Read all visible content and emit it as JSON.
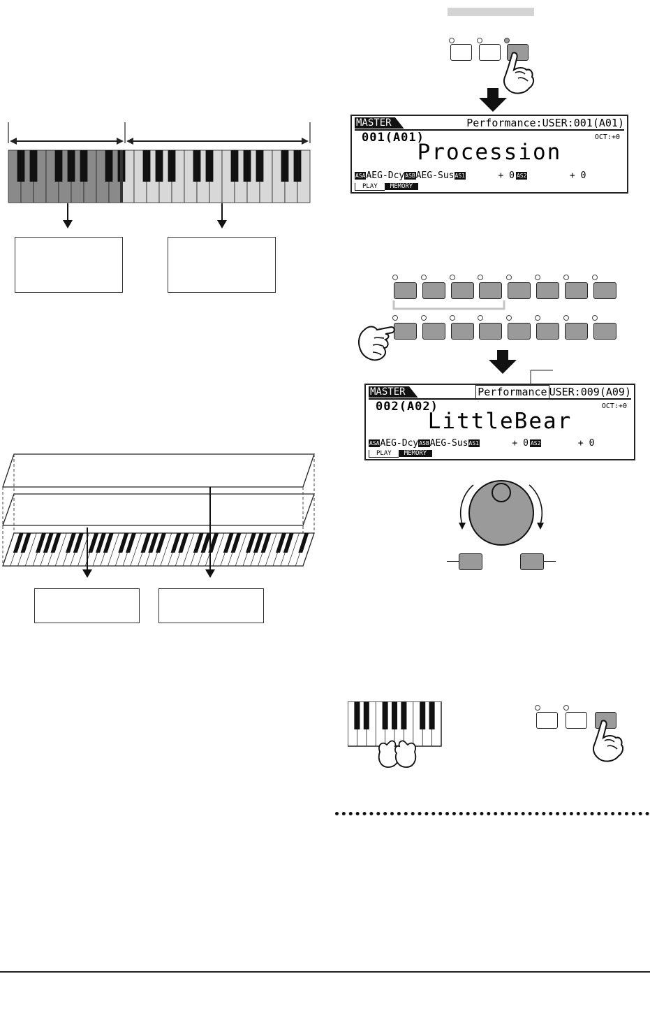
{
  "display1": {
    "mode_tag": "MASTER",
    "header": "Performance:USER:001(A01)",
    "number": "001(A01)",
    "octave": "OCT:+0",
    "name": "Procession",
    "row_badge_1": "ASA",
    "row_text_1": "AEG-Dcy",
    "row_badge_2": "ASB",
    "row_text_2": "AEG-Sus",
    "row_badge_3": "AS1",
    "row_value_1": "+ 0",
    "row_badge_4": "AS2",
    "row_value_2": "+ 0",
    "tab_1": "PLAY",
    "tab_2": "MEMORY"
  },
  "display2": {
    "mode_tag": "MASTER",
    "header_boxed": "Performance",
    "header_rest": "USER:009(A09)",
    "number": "002(A02)",
    "octave": "OCT:+0",
    "name": "LittleBear",
    "row_badge_1": "ASA",
    "row_text_1": "AEG-Dcy",
    "row_badge_2": "ASB",
    "row_text_2": "AEG-Sus",
    "row_badge_3": "AS1",
    "row_value_1": "+ 0",
    "row_badge_4": "AS2",
    "row_value_2": "+ 0",
    "tab_1": "PLAY",
    "tab_2": "MEMORY"
  },
  "colors": {
    "button_gray": "#9a9a9a",
    "lcd_ink": "#111111",
    "key_dark_zone": "#8a8a8a",
    "key_light_zone": "#d8d8d8"
  }
}
